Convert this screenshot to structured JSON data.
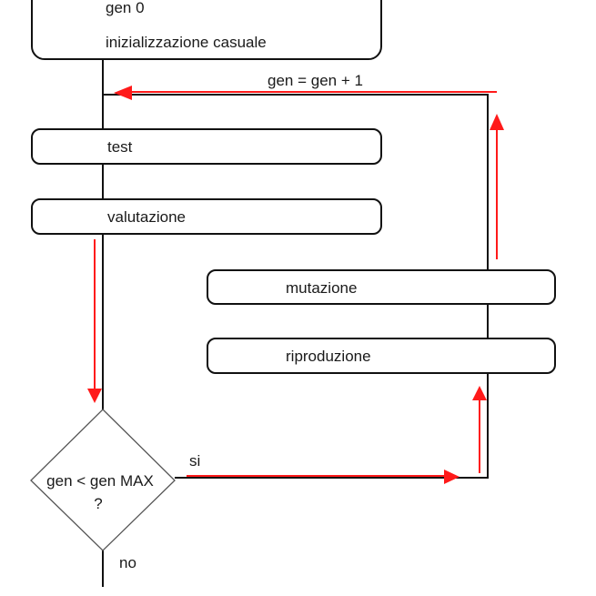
{
  "diagram": {
    "title": "Genetic algorithm flowchart",
    "colors": {
      "flow": "#ff1a1a",
      "line": "#111111"
    },
    "nodes": {
      "start": {
        "line1": "gen 0",
        "line2": "inizializzazione casuale"
      },
      "test": {
        "label": "test"
      },
      "evaluation": {
        "label": "valutazione"
      },
      "mutation": {
        "label": "mutazione"
      },
      "reproduction": {
        "label": "riproduzione"
      },
      "decision": {
        "line1": "gen < gen MAX",
        "line2": "?"
      }
    },
    "edges": {
      "loop_label": "gen = gen + 1",
      "yes_label": "si",
      "no_label": "no"
    }
  }
}
